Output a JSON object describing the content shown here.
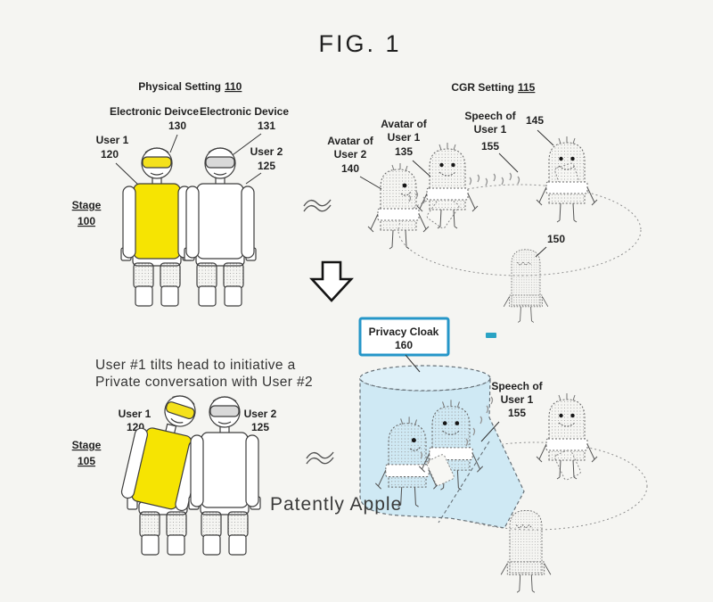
{
  "title": "FIG. 1",
  "watermark": "Patently Apple",
  "colors": {
    "background": "#f5f5f2",
    "highlight_yellow": "#f6e402",
    "cloak_fill": "#cfe9f4",
    "cloak_box_border": "#2596c8",
    "blue_dash": "#2aa3c4"
  },
  "top": {
    "physical": {
      "heading": "Physical Setting",
      "heading_ref": "110",
      "device_left": "Electronic Deivce",
      "device_left_ref": "130",
      "device_right": "Electronic Device",
      "device_right_ref": "131",
      "user1": "User 1",
      "user1_ref": "120",
      "user2": "User 2",
      "user2_ref": "125",
      "stage": "Stage",
      "stage_ref": "100"
    },
    "cgr": {
      "heading": "CGR Setting",
      "heading_ref": "115",
      "avatar_user2_l1": "Avatar of",
      "avatar_user2_l2": "User 2",
      "avatar_user2_ref": "140",
      "avatar_user1_l1": "Avatar of",
      "avatar_user1_l2": "User 1",
      "avatar_user1_ref": "135",
      "speech_l1": "Speech of",
      "speech_l2": "User 1",
      "speech_ref": "155",
      "avatar_right_ref": "145",
      "avatar_back_ref": "150"
    }
  },
  "bottom": {
    "caption_line1": "User #1 tilts head to initiative a",
    "caption_line2": "Private conversation with User #2",
    "physical": {
      "user1": "User 1",
      "user1_ref": "120",
      "user2": "User 2",
      "user2_ref": "125",
      "stage": "Stage",
      "stage_ref": "105"
    },
    "cgr": {
      "cloak_label": "Privacy Cloak",
      "cloak_ref": "160",
      "speech_l1": "Speech of",
      "speech_l2": "User 1",
      "speech_ref": "155"
    }
  }
}
